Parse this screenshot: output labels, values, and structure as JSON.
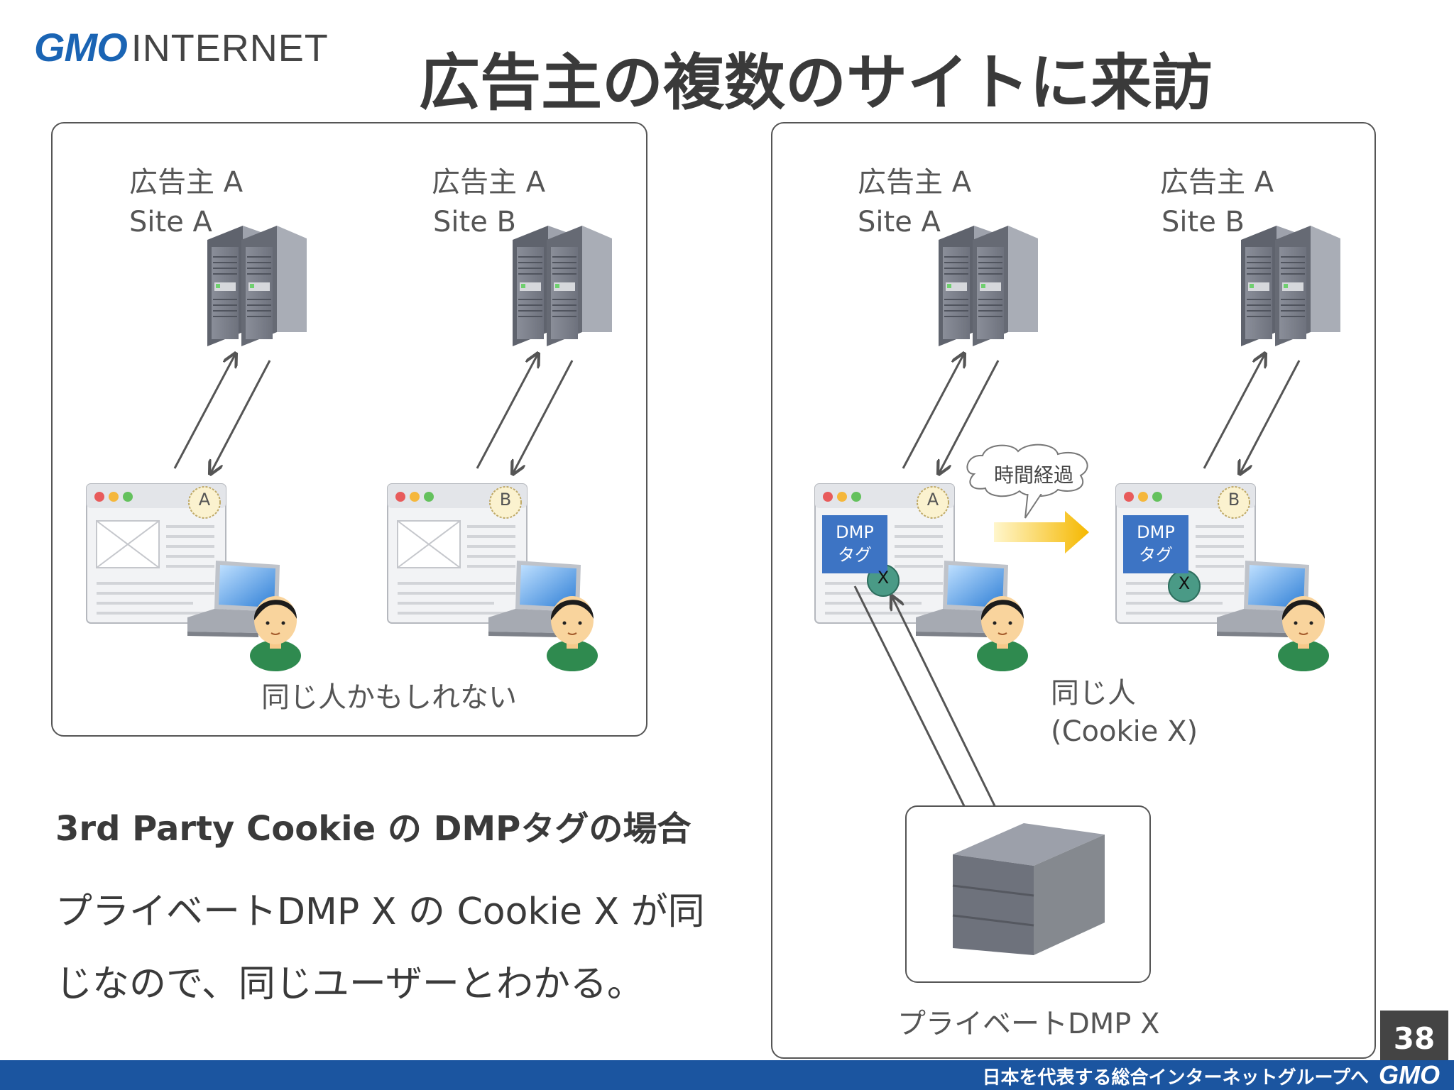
{
  "header": {
    "logo_gmo": "GMO",
    "logo_internet": "INTERNET",
    "title": "広告主の複数のサイトに来訪"
  },
  "left_panel": {
    "site_a": {
      "owner": "広告主 A",
      "site": "Site A",
      "badge": "A"
    },
    "site_b": {
      "owner": "広告主 A",
      "site": "Site B",
      "badge": "B"
    },
    "caption": "同じ人かもしれない"
  },
  "right_panel": {
    "site_a": {
      "owner": "広告主 A",
      "site": "Site A",
      "badge": "A"
    },
    "site_b": {
      "owner": "広告主 A",
      "site": "Site B",
      "badge": "B"
    },
    "dmp_tag_line1": "DMP",
    "dmp_tag_line2": "タグ",
    "cookie_marker": "X",
    "time_bubble": "時間経過",
    "same_person": "同じ人",
    "cookie_label": "(Cookie X)",
    "dmp_server_label": "プライベートDMP X"
  },
  "text": {
    "subhead": "3rd Party Cookie の DMPタグの場合",
    "body": "プライベートDMP X の Cookie X が同じなので、同じユーザーとわかる。"
  },
  "page_number": "38",
  "footer": {
    "tagline": "日本を代表する総合インターネットグループへ",
    "logo": "GMO"
  },
  "colors": {
    "accent_blue": "#1a64b4",
    "dmp_tag": "#3d74c4",
    "cookie_marker": "#4a9a86",
    "footer": "#1b55a0",
    "time_arrow": "#f5b800"
  }
}
